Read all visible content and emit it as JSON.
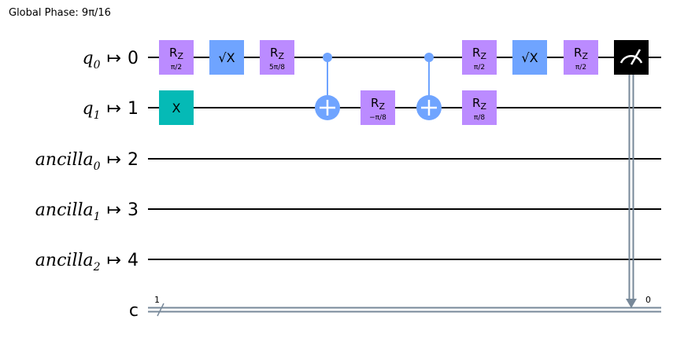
{
  "global_phase": "Global Phase: 9π/16",
  "colors": {
    "rz": "#bb8bff",
    "sx": "#6fa4ff",
    "x": "#05bab6",
    "cx": "#6fa4ff",
    "measure": "#000000",
    "classical": "#778899",
    "wire": "#000000"
  },
  "qubits": [
    {
      "name": "q",
      "sub": "0",
      "map": "↦",
      "index": "0"
    },
    {
      "name": "q",
      "sub": "1",
      "map": "↦",
      "index": "1"
    },
    {
      "name": "ancilla",
      "sub": "0",
      "map": "↦",
      "index": "2"
    },
    {
      "name": "ancilla",
      "sub": "1",
      "map": "↦",
      "index": "3"
    },
    {
      "name": "ancilla",
      "sub": "2",
      "map": "↦",
      "index": "4"
    }
  ],
  "classical_register": {
    "name": "c",
    "width": "1",
    "bit_label": "0"
  },
  "gates": [
    {
      "type": "rz",
      "qubit": 0,
      "col": 0,
      "label": "R",
      "sub": "Z",
      "param": "π/2"
    },
    {
      "type": "x",
      "qubit": 1,
      "col": 0,
      "label": "X"
    },
    {
      "type": "sx",
      "qubit": 0,
      "col": 1,
      "label": "√X"
    },
    {
      "type": "rz",
      "qubit": 0,
      "col": 2,
      "label": "R",
      "sub": "Z",
      "param": "5π/8"
    },
    {
      "type": "cx",
      "control": 0,
      "target": 1,
      "col": 3
    },
    {
      "type": "rz",
      "qubit": 1,
      "col": 4,
      "label": "R",
      "sub": "Z",
      "param": "−π/8"
    },
    {
      "type": "cx",
      "control": 0,
      "target": 1,
      "col": 5
    },
    {
      "type": "rz",
      "qubit": 0,
      "col": 6,
      "label": "R",
      "sub": "Z",
      "param": "π/2"
    },
    {
      "type": "rz",
      "qubit": 1,
      "col": 6,
      "label": "R",
      "sub": "Z",
      "param": "π/8"
    },
    {
      "type": "sx",
      "qubit": 0,
      "col": 7,
      "label": "√X"
    },
    {
      "type": "rz",
      "qubit": 0,
      "col": 8,
      "label": "R",
      "sub": "Z",
      "param": "π/2"
    },
    {
      "type": "measure",
      "qubit": 0,
      "col": 9,
      "cbit": "0"
    }
  ]
}
